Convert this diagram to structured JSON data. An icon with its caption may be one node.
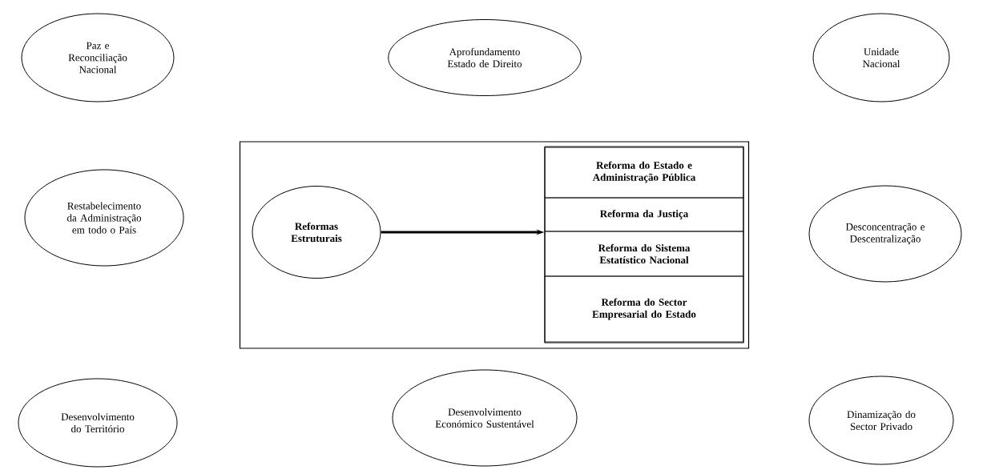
{
  "diagram": {
    "nodes": [
      {
        "text": [
          "Paz e Reconciliação Nacional"
        ]
      },
      {
        "text": [
          "Aprofundamento Estado de Direito"
        ]
      },
      {
        "text": [
          "Unidade Nacional"
        ]
      },
      {
        "text": [
          "Restabelecimento da Administração em todo o País"
        ]
      },
      {
        "text": [],
        "shape": "box"
      },
      {
        "text": [
          "Reformas Estruturais"
        ],
        "in": 4
      },
      {
        "text": [],
        "shape": "box",
        "in": 4
      },
      {
        "text": [
          "Reforma do Estado e Administração Pública"
        ],
        "in": 6
      },
      {
        "text": [
          "Reforma da Justiça"
        ],
        "in": 6
      },
      {
        "text": [
          "Reforma do Sistema Estatístico Nacional"
        ],
        "in": 6
      },
      {
        "text": [
          "Reforma do Sector Empresarial do Estado"
        ],
        "in": 6
      },
      {
        "text": [
          "Desconcentração e Descentralização"
        ]
      },
      {
        "text": [
          "Desenvolvimento do Território"
        ]
      },
      {
        "text": [
          "Desenvolvimento Económico Sustentável"
        ]
      },
      {
        "text": [
          "Dinamização do Sector Privado"
        ]
      }
    ],
    "edges": [
      {
        "from": 5,
        "to": 6,
        "arrow": "to"
      }
    ]
  }
}
